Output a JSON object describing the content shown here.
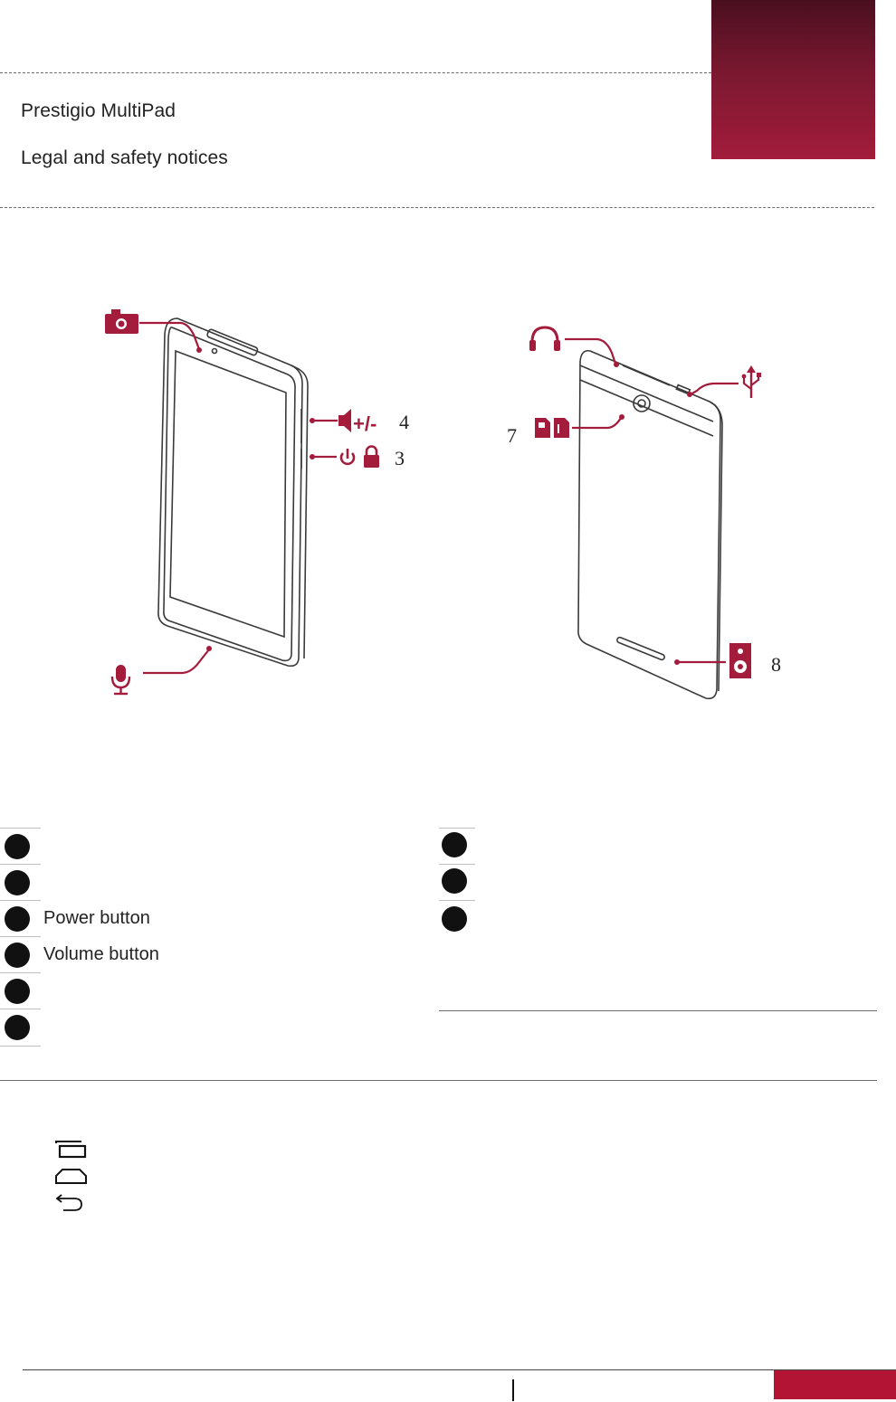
{
  "header": {
    "product_name": "Prestigio MultiPad",
    "section_title": "Legal and safety notices"
  },
  "components": {
    "left_column": [
      {
        "label": ""
      },
      {
        "label": ""
      },
      {
        "label": "Power button"
      },
      {
        "label": "Volume button"
      },
      {
        "label": ""
      },
      {
        "label": ""
      }
    ],
    "right_column": [
      {
        "label": ""
      },
      {
        "label": ""
      },
      {
        "label": ""
      }
    ]
  },
  "illustration": {
    "callout_volume_symbol": "+/-",
    "callout_volume_number": "4",
    "callout_power_number": "3",
    "callout_card_number": "7",
    "callout_speaker_number": "8"
  },
  "nav_icons": [
    "recent-apps-icon",
    "home-icon",
    "back-icon"
  ],
  "colors": {
    "accent": "#a31c3c",
    "accent_dark": "#4a0f1f",
    "footer_bar": "#b31434"
  }
}
